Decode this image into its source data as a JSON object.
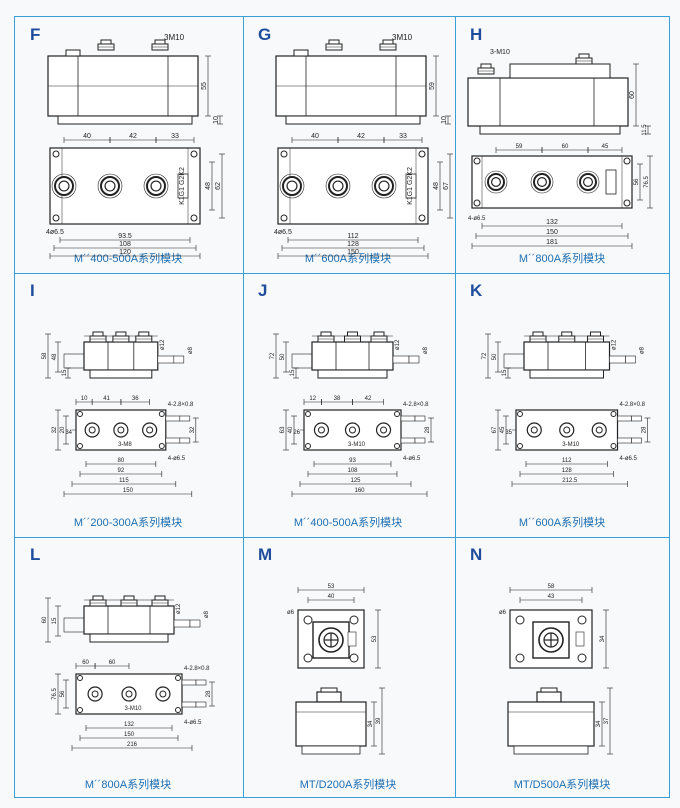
{
  "cells": [
    {
      "id": "F",
      "letter": "F",
      "caption": "M´´400-500A系列模块",
      "labels": {
        "top_screw": "3M10",
        "h1": "55",
        "h2": "10",
        "w1": "40",
        "w2": "42",
        "w3": "33",
        "side1": "48",
        "side2": "62",
        "hole": "4ø6.5",
        "terms": "K1G1 G2K2",
        "d1": "93.5",
        "d2": "108",
        "d3": "120"
      }
    },
    {
      "id": "G",
      "letter": "G",
      "caption": "M´´600A系列模块",
      "labels": {
        "top_screw": "3M10",
        "h1": "59",
        "h2": "10",
        "w1": "40",
        "w2": "42",
        "w3": "33",
        "side1": "48",
        "side2": "67",
        "hole": "4ø6.5",
        "terms": "K1G1 G2K2",
        "d1": "112",
        "d2": "128",
        "d3": "150"
      }
    },
    {
      "id": "H",
      "letter": "H",
      "caption": "M´´800A系列模块",
      "labels": {
        "top_screw": "3-M10",
        "h1": "60",
        "h2": "11.5",
        "w1": "59",
        "w2": "60",
        "w3": "45",
        "side1": "56",
        "side2": "76.5",
        "hole": "4-ø6.5",
        "d1": "132",
        "d2": "150",
        "d3": "181"
      }
    },
    {
      "id": "I",
      "letter": "I",
      "caption": "M´´200-300A系列模块",
      "labels": {
        "h1": "58",
        "h2": "48",
        "h3": "15",
        "tab": "ø12",
        "tab2": "ø8",
        "w1": "10",
        "w2": "41",
        "w3": "36",
        "tr": "4-2.8×0.8",
        "side1": "32",
        "side2": "20",
        "side3": "34",
        "screw": "3-M8",
        "hole": "4-ø6.5",
        "right": "32",
        "d1": "80",
        "d2": "92",
        "d3": "115",
        "d4": "150"
      }
    },
    {
      "id": "J",
      "letter": "J",
      "caption": "M´´400-500A系列模块",
      "labels": {
        "h1": "72",
        "h2": "50",
        "h3": "15",
        "tab": "ø12",
        "tab2": "ø8",
        "w1": "12",
        "w2": "38",
        "w3": "42",
        "tr": "4-2.8×0.8",
        "side1": "63",
        "side2": "40",
        "side3": "26",
        "screw": "3-M10",
        "hole": "4-ø6.5",
        "right": "28",
        "d1": "93",
        "d2": "108",
        "d3": "125",
        "d4": "160"
      }
    },
    {
      "id": "K",
      "letter": "K",
      "caption": "M´´600A系列模块",
      "labels": {
        "h1": "72",
        "h2": "50",
        "h3": "15",
        "tab": "ø12",
        "tab2": "ø8",
        "w1": "",
        "w2": "",
        "w3": "",
        "tr": "4-2.8×0.8",
        "side1": "67",
        "side2": "45",
        "side3": "35",
        "screw": "3-M10",
        "hole": "4-ø6.5",
        "right": "28",
        "d1": "112",
        "d2": "128",
        "d3": "212.5"
      }
    },
    {
      "id": "L",
      "letter": "L",
      "caption": "M´´800A系列模块",
      "labels": {
        "h1": "60",
        "h2": "15",
        "tab": "ø12",
        "tab2": "ø8",
        "w1": "60",
        "w2": "60",
        "tr": "4-2.8×0.8",
        "side1": "76.5",
        "side2": "56",
        "screw": "3-M10",
        "hole": "4-ø6.5",
        "right": "28",
        "d1": "132",
        "d2": "150",
        "d3": "216"
      }
    },
    {
      "id": "M",
      "letter": "M",
      "caption": "MT/D200A系列模块",
      "labels": {
        "w1": "53",
        "w2": "40",
        "hole": "ø6",
        "side1": "53",
        "h1": "39",
        "h2": "34"
      }
    },
    {
      "id": "N",
      "letter": "N",
      "caption": "MT/D500A系列模块",
      "labels": {
        "w1": "58",
        "w2": "43",
        "hole": "ø6",
        "side1": "34",
        "h1": "37",
        "h2": "34"
      }
    }
  ]
}
